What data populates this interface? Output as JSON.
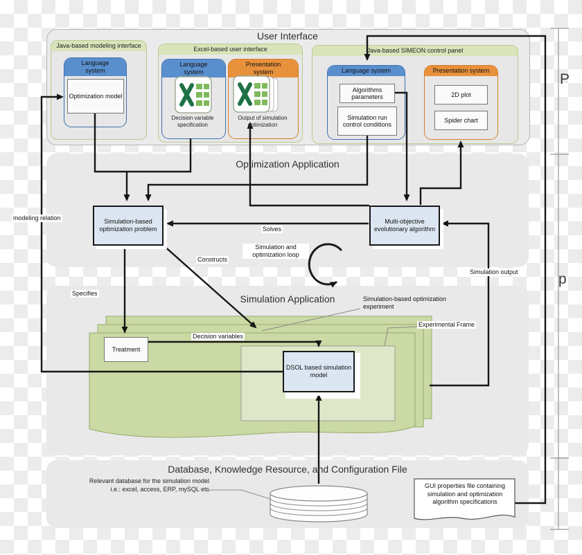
{
  "ui": {
    "title": "User Interface",
    "modeling": {
      "header": "Java-based modeling interface",
      "language_header": "Language system",
      "optimization_model": "Optimization model"
    },
    "excel": {
      "header": "Excel-based user interface",
      "language_header": "Language system",
      "language_caption": "Decision variable specification",
      "presentation_header": "Presentation system",
      "presentation_caption": "Output of simulation optimization"
    },
    "simeon": {
      "header": "Java-based SIMEON control panel",
      "language_header": "Language system",
      "algorithms_parameters": "Algorithms parameters",
      "simulation_run": "Simulation run control conditions",
      "presentation_header": "Presentation system",
      "plot_2d": "2D plot",
      "spider_chart": "Spider chart"
    }
  },
  "optimization": {
    "title": "Optimization Application",
    "problem_box": "Simulation-based optimization problem",
    "moea_box": "Multi-objective evolutionary algorithm",
    "labels": {
      "solves": "Solves",
      "loop": "Simulation and optimization loop",
      "constructs": "Constructs",
      "modeling_relation": "modeling relation",
      "simulation_output": "Simulation output"
    }
  },
  "simulation": {
    "title": "Simulation Application",
    "treatment_box": "Treatment",
    "dsol_box": "DSOL based simulation model",
    "labels": {
      "specifies": "Specifies",
      "decision_variables": "Decision variables",
      "experiment": "Simulation-based optimization experiment",
      "experimental_frame": "Experimental Frame"
    }
  },
  "database": {
    "title": "Database, Knowledge Resource, and Configuration File",
    "note": "Relevant database for the simulation model i.e.: excel, access, ERP, mySQL etc",
    "gui_file": "GUI properties file containing simulation and optimization algorithm specifications"
  },
  "margin": {
    "p_upper": "P",
    "p_lower": "p"
  },
  "colors": {
    "panel_gray": "#e9e9e9",
    "header_green": "#d9e4ba",
    "language_blue": "#5a8fce",
    "presentation_orange": "#e8913c",
    "process_blue": "#dce6f2",
    "sheet_green": "#cbd9a4",
    "frame_green": "#dfe7c9",
    "line_black": "#161616"
  }
}
